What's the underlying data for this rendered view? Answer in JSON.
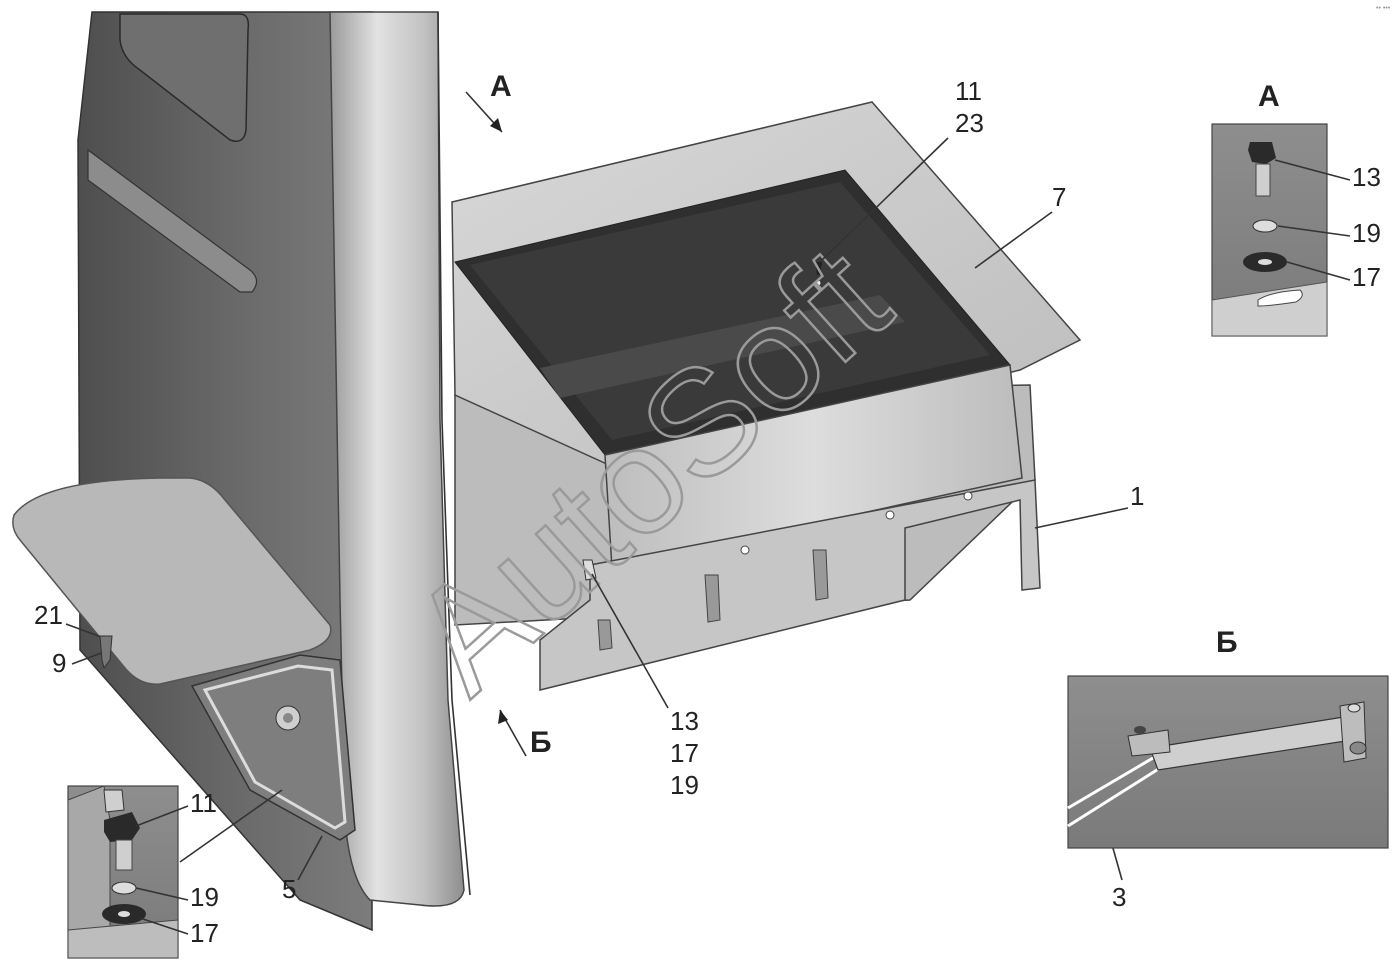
{
  "colors": {
    "panel_dark": "#5c5c5c",
    "panel_mid": "#8a8a8a",
    "metal_light": "#d4d4d4",
    "metal_mid": "#b0b0b0",
    "cavity": "#2c2c2c",
    "watermark": "#9a9a9a",
    "inset_bg": "#8c8c8c"
  },
  "watermark": {
    "text": "AutoSoft"
  },
  "corner_mark": "•• •••",
  "views": {
    "A": {
      "letter": "А"
    },
    "B": {
      "letter": "Б"
    }
  },
  "arrows": {
    "A": {
      "letter": "А"
    },
    "B": {
      "letter": "Б"
    }
  },
  "callouts": {
    "c11": "11",
    "c23": "23",
    "c7": "7",
    "c1": "1",
    "c13": "13",
    "c17": "17",
    "c19": "19",
    "c21": "21",
    "c9": "9",
    "c5": "5",
    "c3": "3",
    "vA13": "13",
    "vA19": "19",
    "vA17": "17",
    "d11": "11",
    "d19": "19",
    "d17": "17"
  }
}
